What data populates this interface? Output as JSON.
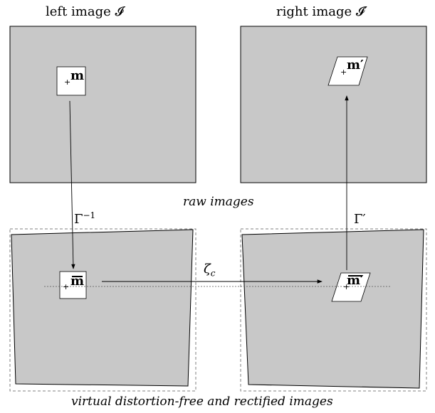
{
  "labels": {
    "left_title": "left image 𝓘",
    "right_title": "right image 𝓘′",
    "raw_caption": "raw images",
    "bottom_caption": "virtual distortion-free and rectified images",
    "gamma_inverse": "Γ",
    "gamma_inverse_sup": "−1",
    "gamma_prime": "Γ′",
    "zeta": "ζ",
    "zeta_sub": "c",
    "point_m": "m",
    "point_m_prime": "m′",
    "point_m_bar": "m",
    "point_m_bar_prime": "m′",
    "plus": "+"
  },
  "colors": {
    "image_fill": "#c8c8c8",
    "patch_fill": "#ffffff",
    "line": "#000000",
    "dashed": "#808080"
  }
}
